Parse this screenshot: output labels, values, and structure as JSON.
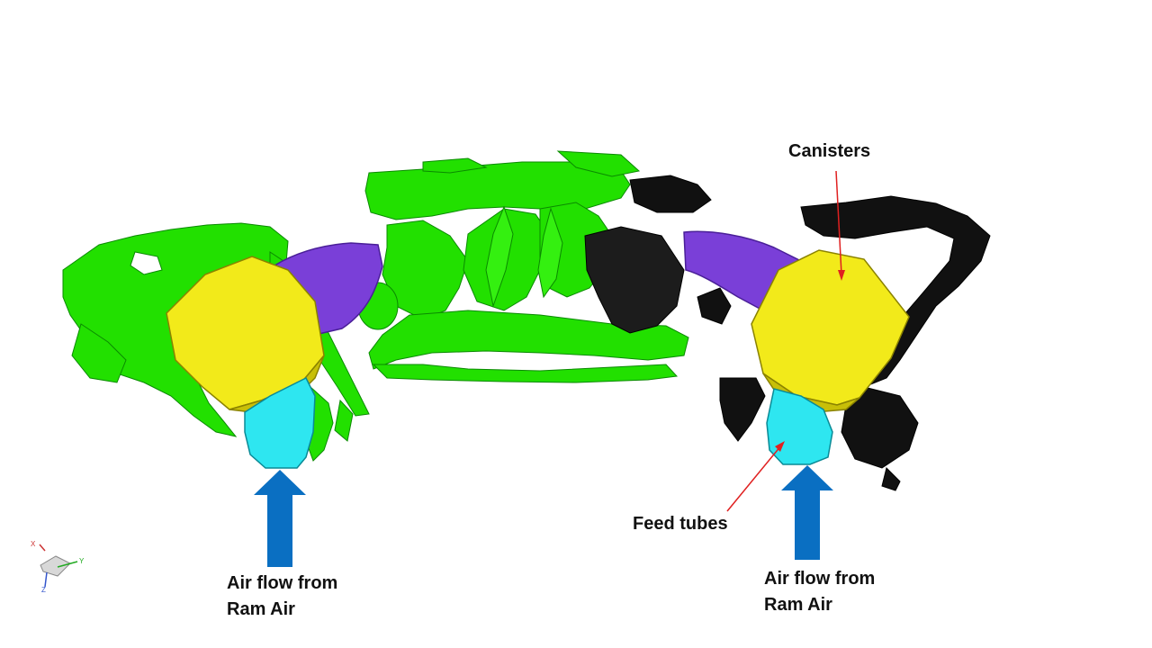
{
  "labels": {
    "canisters": "Canisters",
    "feed_tubes": "Feed tubes",
    "air_left": [
      "Air flow from",
      "Ram Air"
    ],
    "air_right": [
      "Air flow from",
      "Ram Air"
    ]
  },
  "axis_triad": {
    "x": "X",
    "y": "Y",
    "z": "Z"
  },
  "colors": {
    "engine_bay_scan": "#22e000",
    "scan_dark": "#111111",
    "intake_pipe": "#7a3fd8",
    "canister": "#f2ea1a",
    "feed_tube": "#2ee6f0",
    "airflow_arrow": "#0a6fc2",
    "callout_line": "#e02020"
  }
}
